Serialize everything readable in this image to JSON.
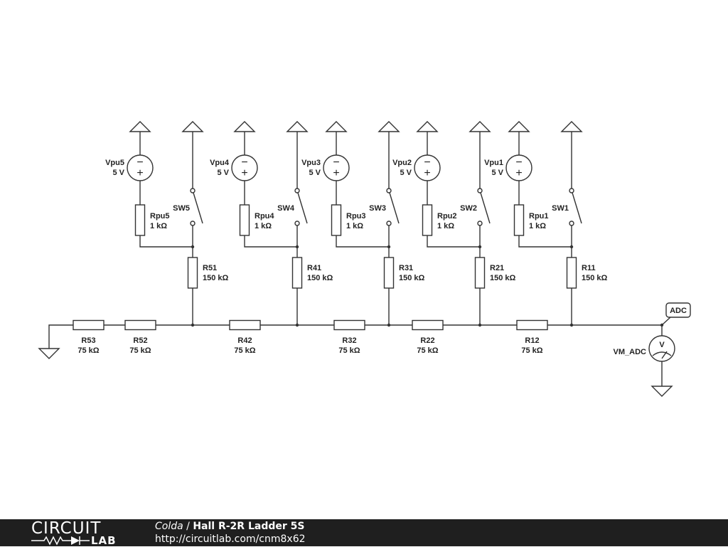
{
  "schematic": {
    "stages": [
      {
        "vpu": "Vpu5",
        "vpu_value": "5 V",
        "rpu": "Rpu5",
        "rpu_value": "1 kΩ",
        "sw": "SW5",
        "r_leg": "R51",
        "r_leg_value": "150 kΩ"
      },
      {
        "vpu": "Vpu4",
        "vpu_value": "5 V",
        "rpu": "Rpu4",
        "rpu_value": "1 kΩ",
        "sw": "SW4",
        "r_leg": "R41",
        "r_leg_value": "150 kΩ"
      },
      {
        "vpu": "Vpu3",
        "vpu_value": "5 V",
        "rpu": "Rpu3",
        "rpu_value": "1 kΩ",
        "sw": "SW3",
        "r_leg": "R31",
        "r_leg_value": "150 kΩ"
      },
      {
        "vpu": "Vpu2",
        "vpu_value": "5 V",
        "rpu": "Rpu2",
        "rpu_value": "1 kΩ",
        "sw": "SW2",
        "r_leg": "R21",
        "r_leg_value": "150 kΩ"
      },
      {
        "vpu": "Vpu1",
        "vpu_value": "5 V",
        "rpu": "Rpu1",
        "rpu_value": "1 kΩ",
        "sw": "SW1",
        "r_leg": "R11",
        "r_leg_value": "150 kΩ"
      }
    ],
    "ladder": [
      {
        "name": "R53",
        "value": "75 kΩ"
      },
      {
        "name": "R52",
        "value": "75 kΩ"
      },
      {
        "name": "R42",
        "value": "75 kΩ"
      },
      {
        "name": "R32",
        "value": "75 kΩ"
      },
      {
        "name": "R22",
        "value": "75 kΩ"
      },
      {
        "name": "R12",
        "value": "75 kΩ"
      }
    ],
    "probe_label": "ADC",
    "meter_name": "VM_ADC",
    "meter_symbol": "V",
    "plus_symbol": "+",
    "minus_symbol": "−"
  },
  "footer": {
    "logo_top": "CIRCUIT",
    "logo_bottom": "LAB",
    "author": "Colda",
    "separator": " / ",
    "title": "Hall R-2R Ladder 5S",
    "url": "http://circuitlab.com/cnm8x62"
  }
}
